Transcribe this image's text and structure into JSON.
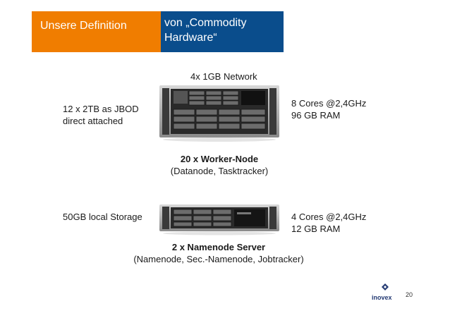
{
  "header": {
    "left": "Unsere Definition",
    "right_line1": "von „Commodity",
    "right_line2": "Hardware“"
  },
  "worker": {
    "network": "4x 1GB Network",
    "storage_line1": "12 x 2TB as JBOD",
    "storage_line2": "direct attached",
    "cpu": "8 Cores @2,4GHz",
    "ram": "96 GB RAM",
    "title": "20 x Worker-Node",
    "subtitle": "(Datanode, Tasktracker)"
  },
  "namenode": {
    "storage": "50GB local Storage",
    "cpu": "4 Cores @2,4GHz",
    "ram": "12 GB RAM",
    "title": "2 x Namenode Server",
    "subtitle": "(Namenode, Sec.-Namenode, Jobtracker)"
  },
  "footer": {
    "logo": "inovex",
    "page": "20"
  },
  "colors": {
    "header_orange": "#f07d00",
    "header_blue": "#0a4d8c"
  }
}
